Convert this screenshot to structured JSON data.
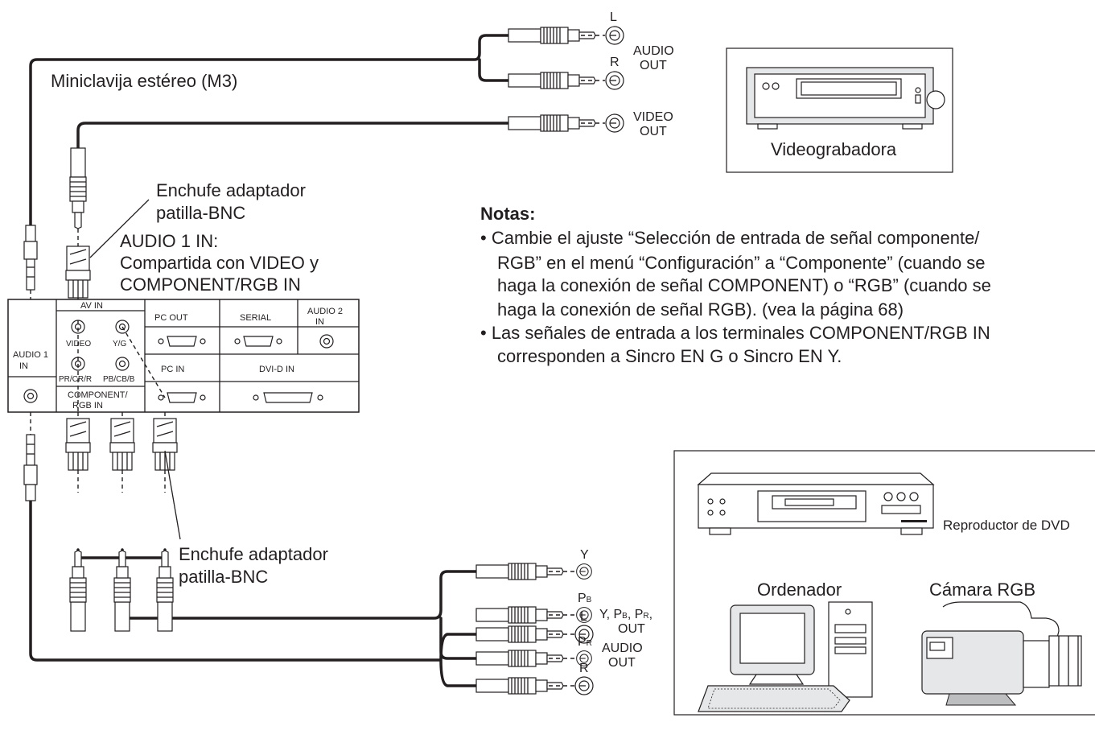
{
  "labels": {
    "minijack": "Miniclavija estéreo (M3)",
    "adapter_top_1": "Enchufe adaptador",
    "adapter_top_2": "patilla-BNC",
    "audio1in_1": "AUDIO 1 IN:",
    "audio1in_2": "Compartida con VIDEO y",
    "audio1in_3": "COMPONENT/RGB IN",
    "adapter_bottom_1": "Enchufe adaptador",
    "adapter_bottom_2": "patilla-BNC"
  },
  "vcr": {
    "name": "Videograbadora",
    "audio_l": "L",
    "audio_r": "R",
    "audio_out_1": "AUDIO",
    "audio_out_2": "OUT",
    "video_out_1": "VIDEO",
    "video_out_2": "OUT"
  },
  "component_out": {
    "y": "Y",
    "pb": "P",
    "pb_sub": "B",
    "pr": "P",
    "pr_sub": "R",
    "label_y": "Y, P",
    "label_b": "B",
    "label_comma": ", P",
    "label_r": "R",
    "label_end": ",",
    "label_out": "OUT",
    "audio_l": "L",
    "audio_r": "R",
    "audio_out_1": "AUDIO",
    "audio_out_2": "OUT"
  },
  "sources": {
    "dvd": "Reproductor de DVD",
    "pc": "Ordenador",
    "camera": "Cámara RGB"
  },
  "notes": {
    "title": "Notas:",
    "lines": [
      "• Cambie el ajuste “Selección de entrada de señal componente/",
      "RGB” en el menú “Configuración” a “Componente” (cuando se",
      "haga la conexión de señal COMPONENT) o “RGB” (cuando se",
      "haga la conexión de señal RGB). (vea la página 68)",
      "• Las señales de entrada a los terminales COMPONENT/RGB IN",
      "corresponden a Sincro EN G o Sincro EN Y."
    ]
  },
  "panel": {
    "audio1_1": "AUDIO 1",
    "audio1_2": "IN",
    "av_in": "AV IN",
    "video": "VIDEO",
    "y_g": "Y/G",
    "pr_cr_r": "PR/CR/R",
    "pb_cb_b": "PB/CB/B",
    "component_1": "COMPONENT/",
    "component_2": "RGB IN",
    "pc_out": "PC OUT",
    "serial": "SERIAL",
    "audio2_1": "AUDIO 2",
    "audio2_2": "IN",
    "pc_in": "PC IN",
    "dvi_in": "DVI-D IN"
  }
}
